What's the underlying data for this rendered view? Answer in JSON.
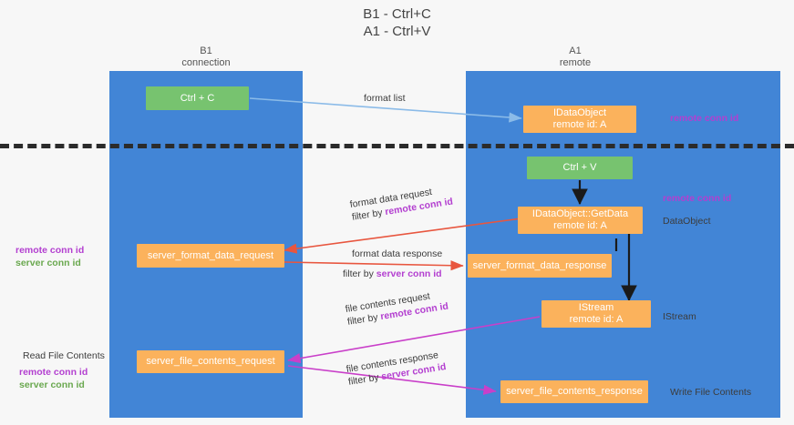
{
  "title": {
    "line1": "B1 - Ctrl+C",
    "line2": "A1 - Ctrl+V"
  },
  "columns": [
    {
      "name": "B1",
      "role": "connection"
    },
    {
      "name": "A1",
      "role": "remote"
    }
  ],
  "boxes": {
    "ctrl_c": {
      "label": "Ctrl + C"
    },
    "idataobject": {
      "line1": "IDataObject",
      "line2": "remote id: A"
    },
    "ctrl_v": {
      "label": "Ctrl + V"
    },
    "getdata": {
      "line1": "IDataObject::GetData",
      "line2": "remote id: A"
    },
    "server_format_data_request": {
      "label": "server_format_data_request"
    },
    "server_format_data_response": {
      "label": "server_format_data_response"
    },
    "istream": {
      "line1": "IStream",
      "line2": "remote id: A"
    },
    "server_file_contents_request": {
      "label": "server_file_contents_request"
    },
    "server_file_contents_response": {
      "label": "server_file_contents_response"
    }
  },
  "edges": {
    "format_list": {
      "label": "format list"
    },
    "format_data_request": {
      "line1": "format data request",
      "prefix": "filter by ",
      "key": "remote conn id"
    },
    "format_data_response": {
      "line1": "format data response",
      "prefix": "filter by ",
      "key": "server conn id"
    },
    "file_contents_request": {
      "line1": "file contents request",
      "prefix": "filter by ",
      "key": "remote conn id"
    },
    "file_contents_response": {
      "line1": "file contents response",
      "prefix": "filter by ",
      "key": "server conn id"
    }
  },
  "annotations": {
    "right_remote_conn_id_top": "remote conn id",
    "right_remote_conn_id_mid": "remote conn id",
    "right_dataobject": "DataObject",
    "right_istream": "IStream",
    "right_write_file_contents": "Write File Contents",
    "left_read_file_contents": "Read File Contents",
    "left_remote_conn_id_mid": "remote conn id",
    "left_server_conn_id_mid": "server conn id",
    "left_remote_conn_id_bottom": "remote conn id",
    "left_server_conn_id_bottom": "server conn id"
  },
  "colors": {
    "lane": "#4285d6",
    "green_box": "#77c36f",
    "orange_box": "#fbb25c",
    "remote_conn_id": "#b33fd0",
    "server_conn_id": "#6aa84f",
    "arrow_blue": "#8bbbe8",
    "arrow_red": "#e8563f",
    "arrow_magenta": "#c93fc9",
    "arrow_black": "#1a1a1a",
    "divider": "#2b2b2b",
    "background": "#f7f7f7"
  }
}
